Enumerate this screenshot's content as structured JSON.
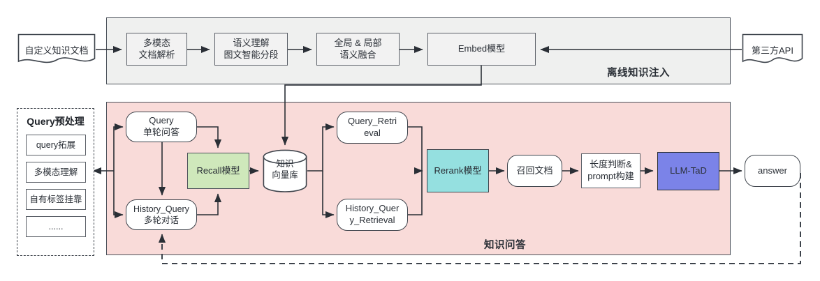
{
  "diagram": {
    "title_offline": "离线知识注入",
    "title_qa": "知识问答"
  },
  "offline": {
    "source_doc": "自定义知识文档",
    "third_party_api": "第三方API",
    "steps": [
      {
        "id": "parse",
        "label": "多模态\n文档解析"
      },
      {
        "id": "segment",
        "label": "语义理解\n图文智能分段"
      },
      {
        "id": "fusion",
        "label": "全局 & 局部\n语义融合"
      },
      {
        "id": "embed",
        "label": "Embed模型"
      }
    ]
  },
  "query_preprocess": {
    "title": "Query预处理",
    "items": [
      {
        "label": "query拓展"
      },
      {
        "label": "多模态理解"
      },
      {
        "label": "自有标签挂靠"
      },
      {
        "label": "......"
      }
    ]
  },
  "qa": {
    "query_single": "Query\n单轮问答",
    "history_query": "History_Query\n多轮对话",
    "recall_model": "Recall模型",
    "vector_store": "知识\n向量库",
    "query_retrieval": "Query_Retri\neval",
    "history_retrieval": "History_Quer\ny_Retrieval",
    "rerank_model": "Rerank模型",
    "recalled_docs": "召回文档",
    "prompt_build": "长度判断&\nprompt构建",
    "llm": "LLM-TaD",
    "answer": "answer"
  },
  "colors": {
    "offline_zone_bg": "#eff0ef",
    "qa_zone_bg": "#f9dbd9",
    "recall_green": "#cfe8bb",
    "rerank_teal": "#95e0e0",
    "llm_blue": "#7b83e8",
    "stroke": "#3d434b",
    "text": "#2a2f36"
  }
}
